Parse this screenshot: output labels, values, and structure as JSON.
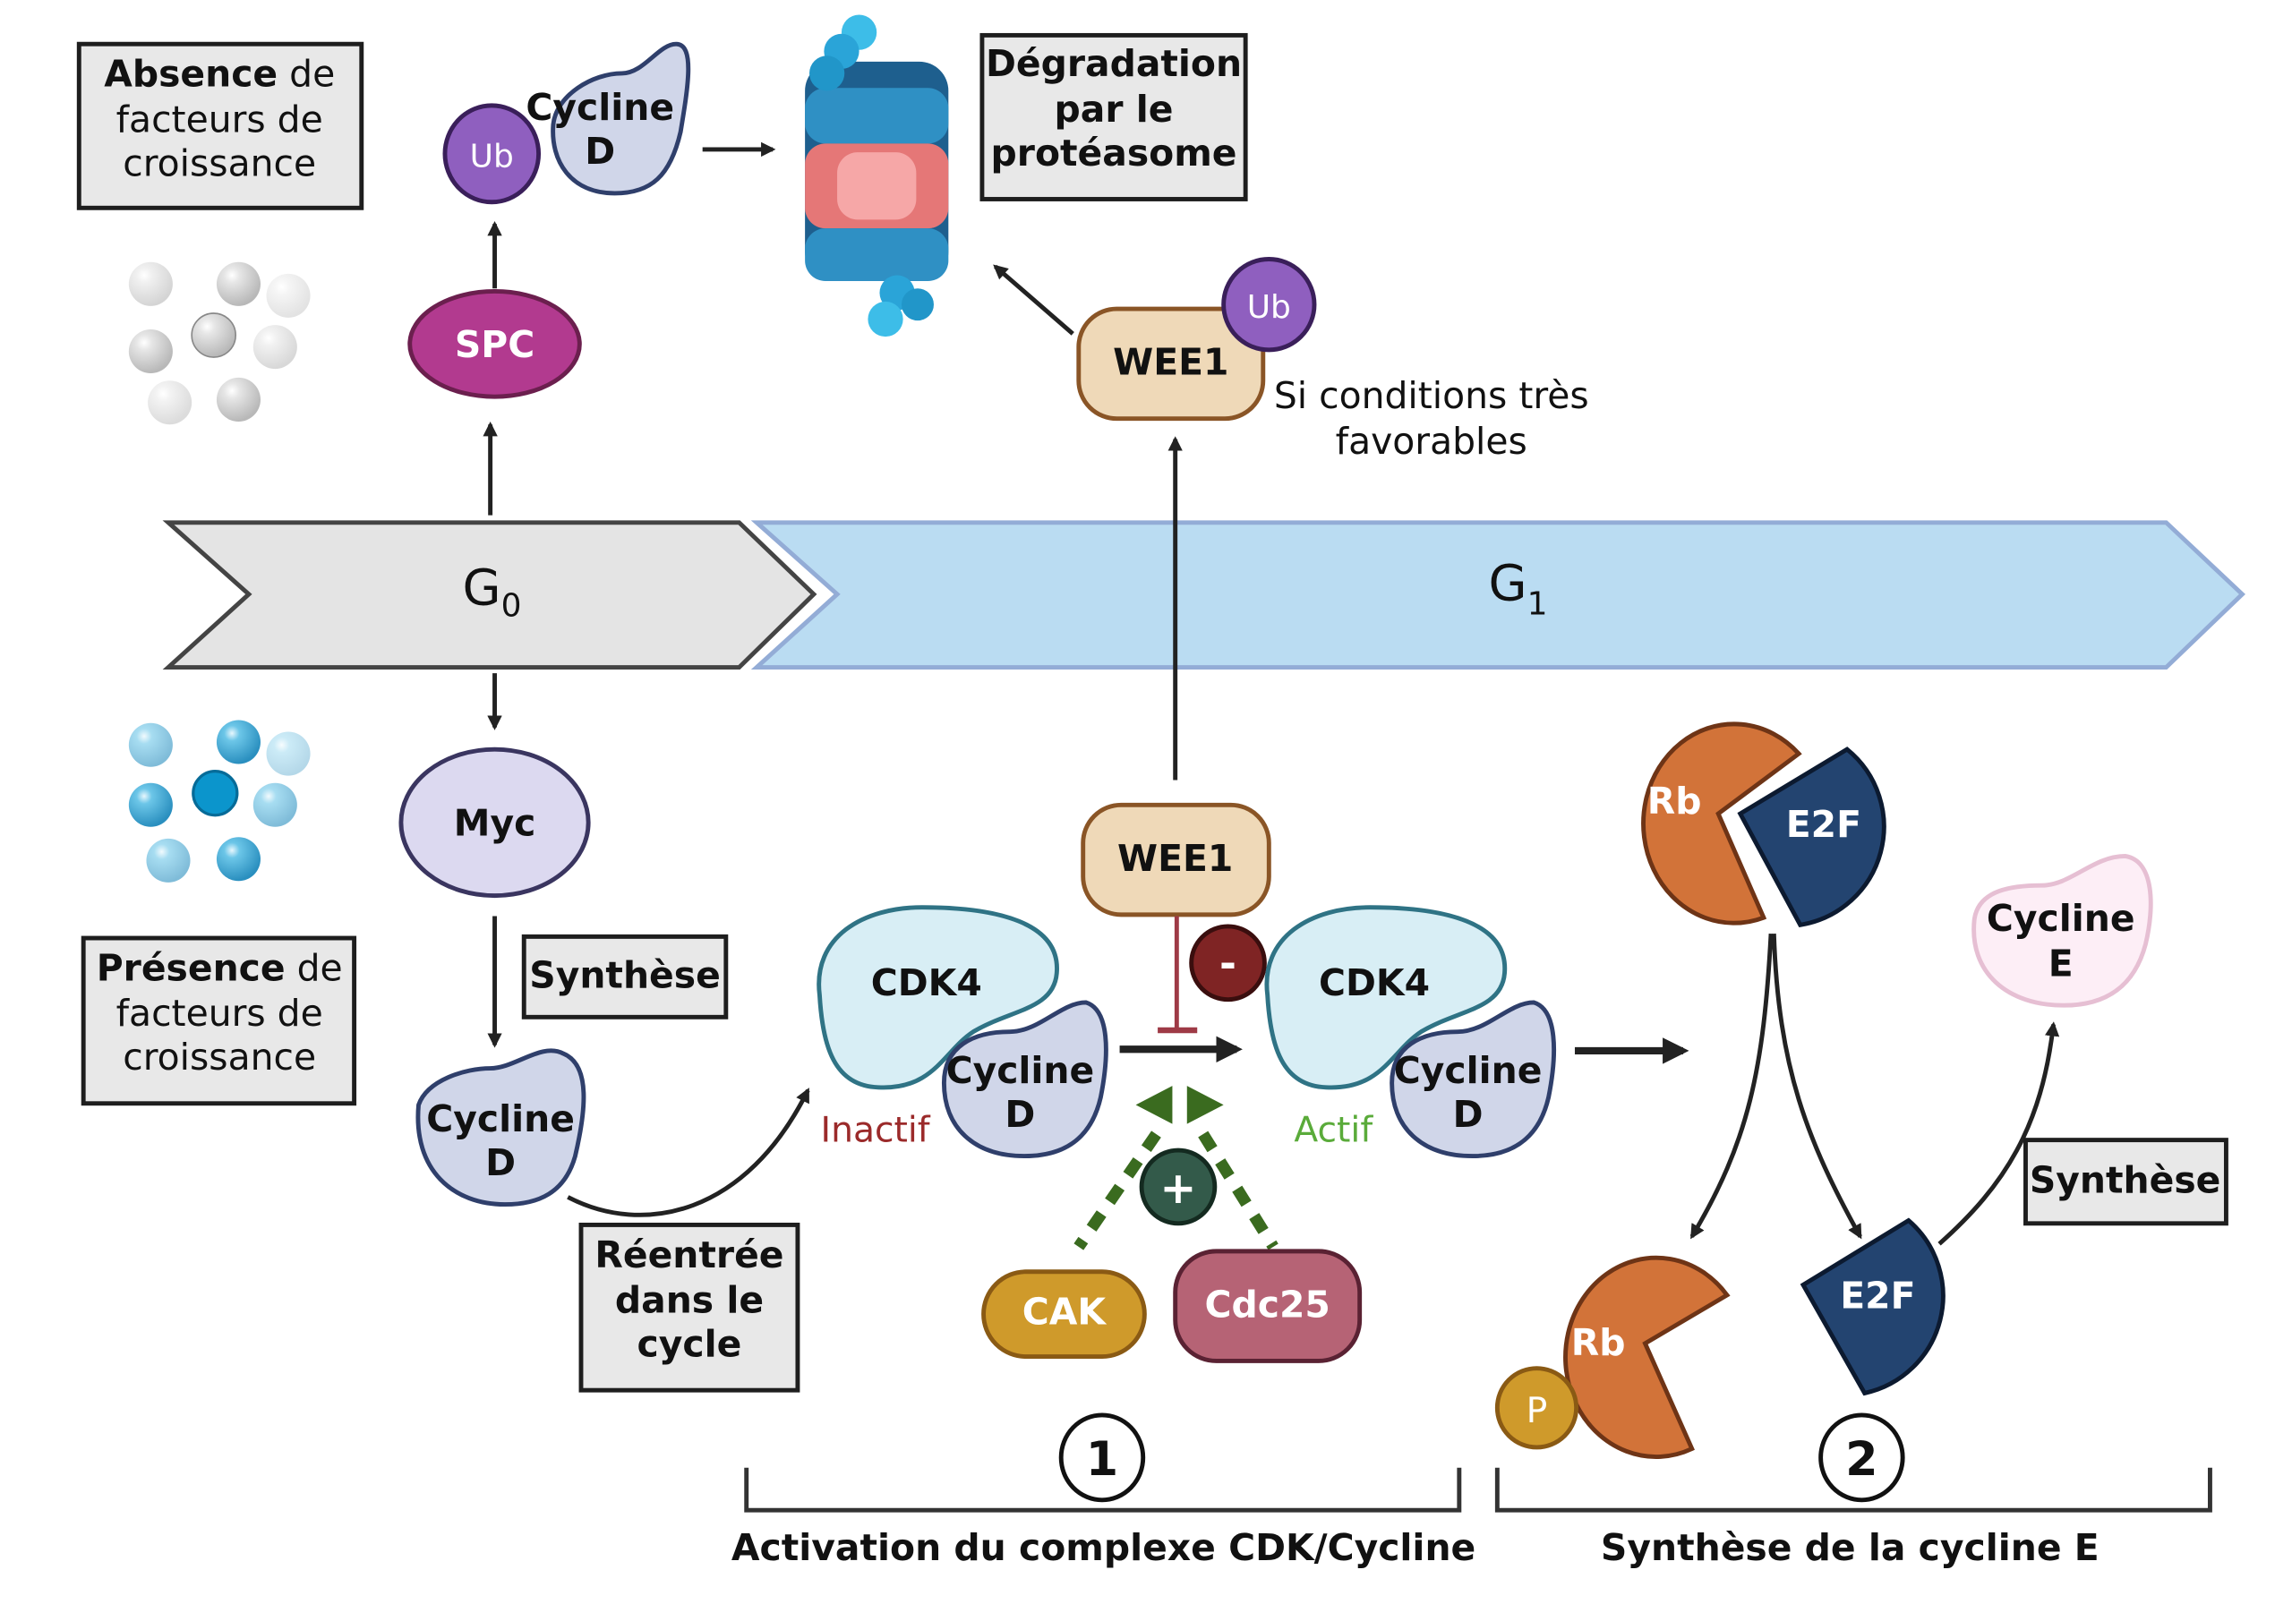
{
  "colors": {
    "g0_fill": "#e4e4e4",
    "g1_fill": "#badcf2",
    "g1_stroke": "#93acd6",
    "spc": "#b23a8f",
    "ub": "#8f5fbf",
    "myc": "#dcd9f0",
    "cycline_d": "#d0d6e9",
    "cdk4": "#d8eef5",
    "wee1": "#efd9b8",
    "cak": "#cf9a2b",
    "cdc25": "#b66375",
    "rb": "#d27339",
    "e2f": "#234470",
    "cycline_e": "#fdeef6",
    "inhibit": "#9e3a46",
    "minus": "#7f2424",
    "plus": "#335a4a",
    "activate_green": "#3a6b1f",
    "inactif_text": "#9b2a2a",
    "actif_text": "#5aab3a"
  },
  "boxes": {
    "absence": {
      "bold": "Absence",
      "rest": " de",
      "line2": "facteurs de",
      "line3": "croissance"
    },
    "presence": {
      "bold": "Présence",
      "rest": " de",
      "line2": "facteurs de",
      "line3": "croissance"
    },
    "degradation": {
      "line1": "Dégradation",
      "line2": "par le",
      "line3": "protéasome"
    },
    "synthese_d": "Synthèse",
    "reentree": {
      "line1": "Réentrée",
      "line2": "dans le",
      "line3": "cycle"
    },
    "synthese_e": "Synthèse"
  },
  "phases": {
    "g0": {
      "main": "G",
      "sub": "0"
    },
    "g1": {
      "main": "G",
      "sub": "1"
    }
  },
  "molecules": {
    "ub": "Ub",
    "cycline_d_l1": "Cycline",
    "cycline_d_l2": "D",
    "spc": "SPC",
    "wee1": "WEE1",
    "myc": "Myc",
    "cdk4": "CDK4",
    "cak": "CAK",
    "cdc25": "Cdc25",
    "rb": "Rb",
    "e2f": "E2F",
    "p": "P",
    "cycline_e_l1": "Cycline",
    "cycline_e_l2": "E",
    "minus": "-",
    "plus": "+"
  },
  "annotations": {
    "conditions_l1": "Si conditions très",
    "conditions_l2": "favorables",
    "inactif": "Inactif",
    "actif": "Actif"
  },
  "steps": [
    {
      "number": "1",
      "label": "Activation du complexe CDK/Cycline"
    },
    {
      "number": "2",
      "label": "Synthèse de la cycline E"
    }
  ]
}
